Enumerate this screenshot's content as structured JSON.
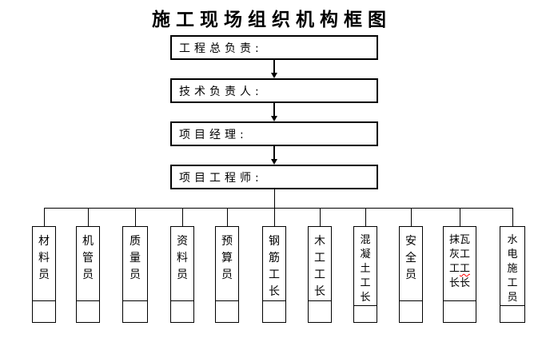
{
  "title": "施工现场组织机构框图",
  "top_boxes": [
    {
      "id": "general-director",
      "label": "工程总负责:"
    },
    {
      "id": "technical-director",
      "label": "技术负责人:"
    },
    {
      "id": "project-manager",
      "label": "项目经理:"
    },
    {
      "id": "project-engineer",
      "label": "项目工程师:"
    }
  ],
  "bottom_boxes": [
    {
      "id": "material-clerk",
      "columns": [
        "材料员"
      ]
    },
    {
      "id": "machinery-clerk",
      "columns": [
        "机管员"
      ]
    },
    {
      "id": "quality-clerk",
      "columns": [
        "质量员"
      ]
    },
    {
      "id": "document-clerk",
      "columns": [
        "资料员"
      ]
    },
    {
      "id": "budget-clerk",
      "columns": [
        "预算员"
      ]
    },
    {
      "id": "rebar-foreman",
      "columns": [
        "钢筋工长"
      ]
    },
    {
      "id": "carpentry-foreman",
      "columns": [
        "木工工长"
      ]
    },
    {
      "id": "concrete-foreman",
      "columns": [
        "混凝土工长"
      ]
    },
    {
      "id": "safety-officer",
      "columns": [
        "安全员"
      ]
    },
    {
      "id": "plaster-mason-foreman",
      "columns": [
        "抹灰工长",
        "瓦工工长"
      ],
      "spellcheck_marks": [
        {
          "column": 1,
          "char_index": 2
        }
      ]
    },
    {
      "id": "plumbing-electric-clerk",
      "columns": [
        "水电施工员"
      ]
    }
  ],
  "colors": {
    "line": "#000000",
    "background": "#ffffff",
    "text": "#000000",
    "spellcheck_underline": "#ff0000"
  }
}
